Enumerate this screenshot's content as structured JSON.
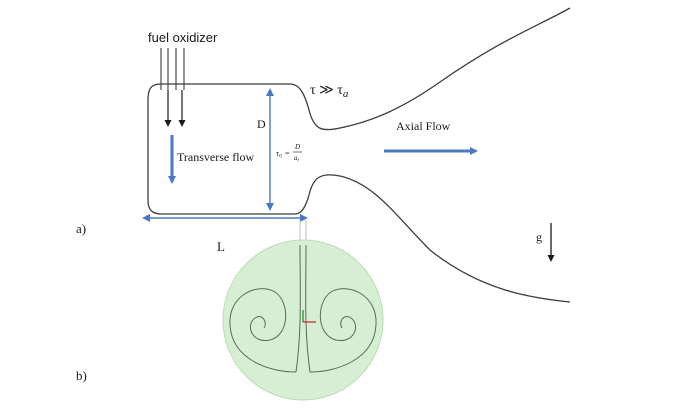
{
  "labels": {
    "fuel_oxidizer": "fuel oxidizer",
    "tau_relation_lhs": "τ ≫ τ",
    "tau_relation_sub": "a",
    "D": "D",
    "transverse_flow": "Transverse flow",
    "tau0_symbol": "τ",
    "tau0_sub": "0",
    "tau0_eq": "=",
    "tau0_num": "D",
    "tau0_den": "a",
    "tau0_den_sub": "t",
    "axial_flow": "Axial Flow",
    "g": "g",
    "L": "L",
    "part_a": "a)",
    "part_b": "b)"
  },
  "colors": {
    "arrow_blue": "#4a78c2",
    "outline": "#3c3c3c",
    "circle_fill": "#d6efd3",
    "circle_stroke": "#b9dcb4",
    "vortex_line": "#5a6a5a",
    "marker_red": "#d42020",
    "marker_green": "#1d8a2a"
  }
}
